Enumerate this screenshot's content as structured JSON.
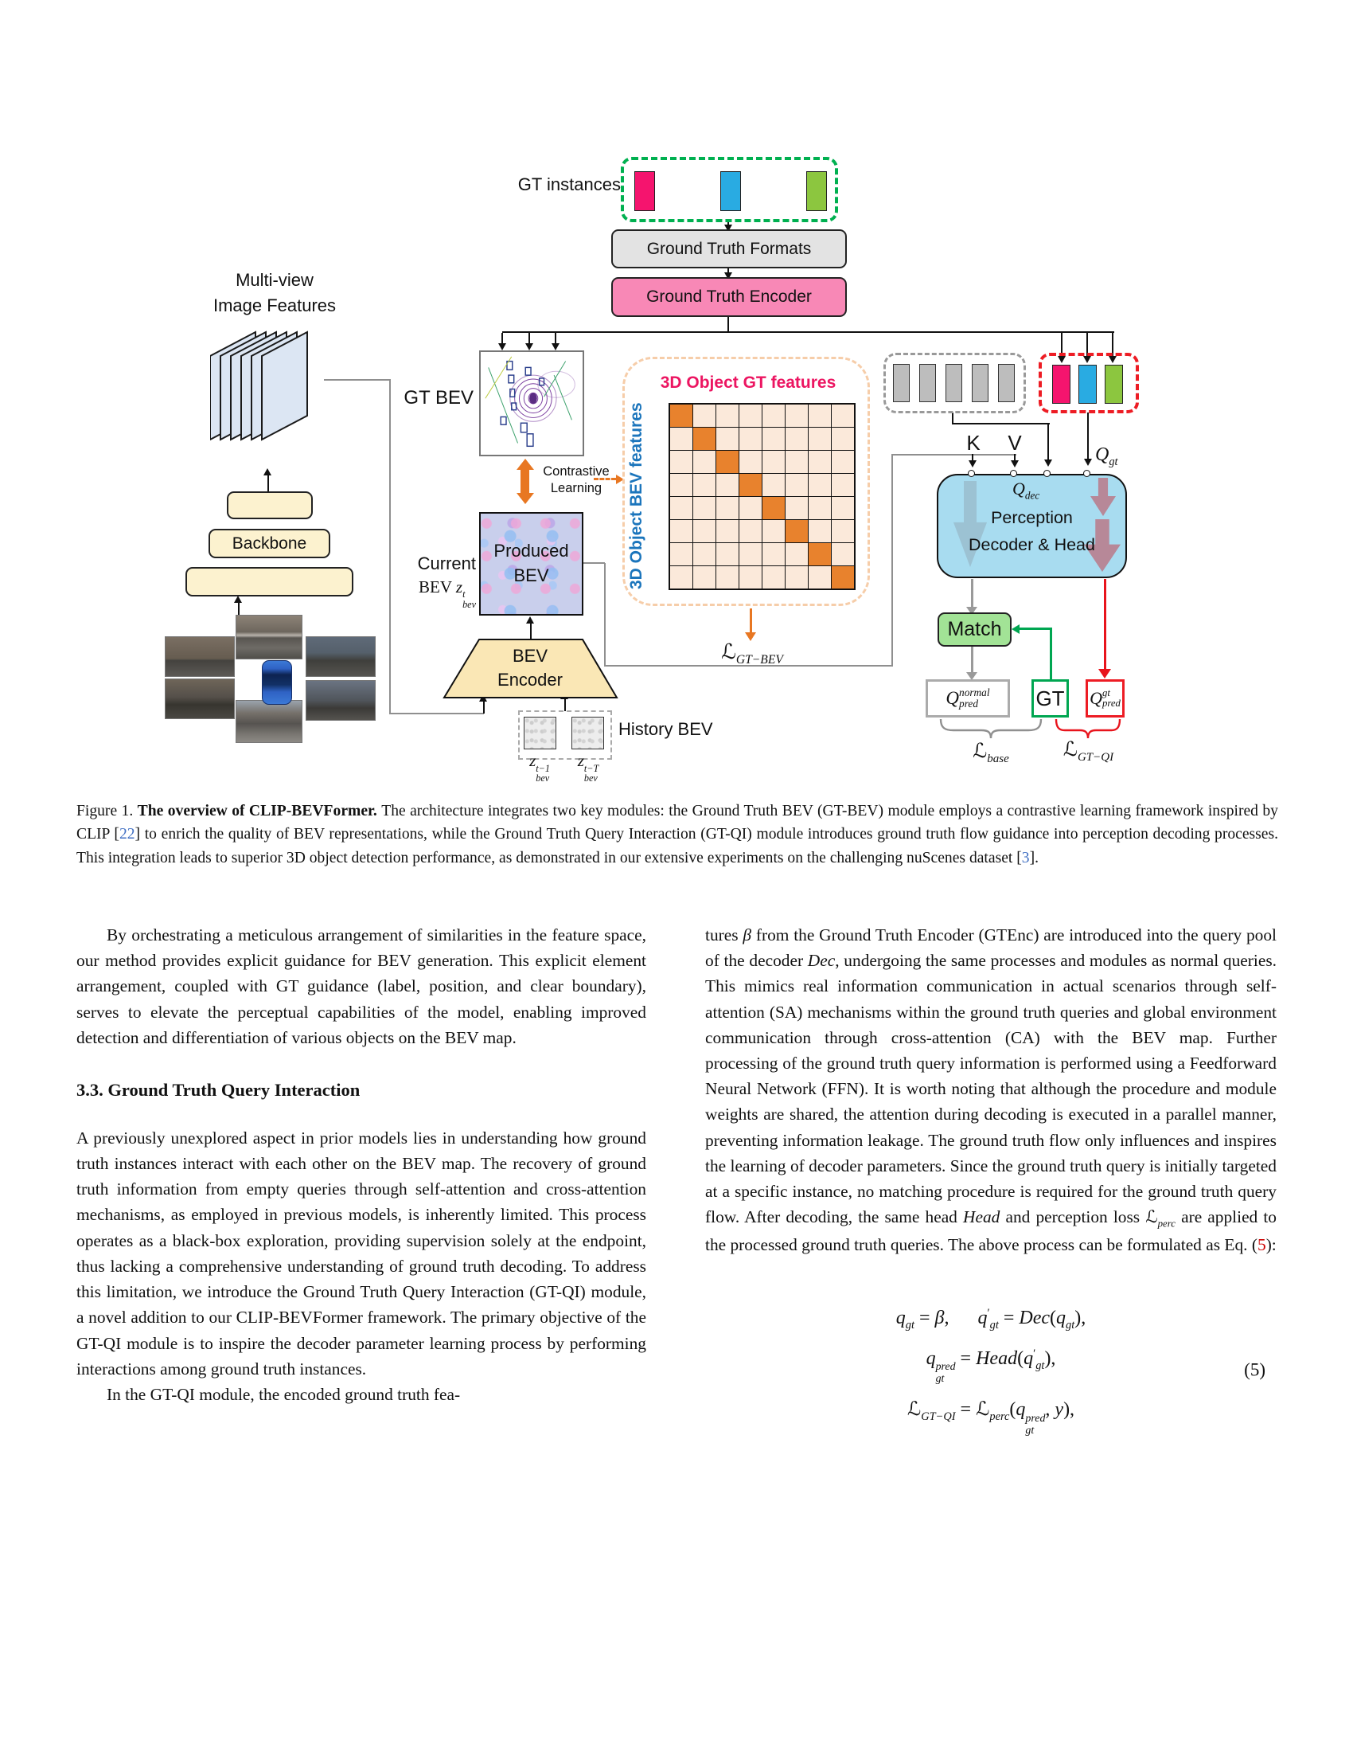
{
  "figure": {
    "gt_instances_label": "GT instances",
    "ground_truth_formats": "Ground Truth Formats",
    "ground_truth_encoder": "Ground Truth Encoder",
    "multiview_line1": "Multi-view",
    "multiview_line2": "Image Features",
    "backbone": "Backbone",
    "gt_bev_label": "GT BEV",
    "contrastive_line1": "Contrastive",
    "contrastive_line2": "Learning",
    "current_bev_line1": "Current",
    "current_bev_line2": [
      {
        "t": "BEV "
      },
      {
        "t": "z",
        "c": "i"
      },
      {
        "up": "t",
        "dn": "bev"
      }
    ],
    "produced_bev_line1": "Produced",
    "produced_bev_line2": "BEV",
    "bev_encoder_line1": "BEV",
    "bev_encoder_line2": "Encoder",
    "history_bev_label": "History BEV",
    "history_z1": [
      {
        "t": "z",
        "c": "i"
      },
      {
        "up": "t−1",
        "dn": "bev"
      }
    ],
    "history_z2": [
      {
        "t": "z",
        "c": "i"
      },
      {
        "up": "t−T",
        "dn": "bev"
      }
    ],
    "grid_title": "3D Object GT features",
    "grid_ylabel": "3D Object BEV features",
    "grid": {
      "rows": 8,
      "cols": 8,
      "diagonal": true
    },
    "loss_gtbev": [
      {
        "t": "ℒ",
        "c": "scr"
      },
      {
        "tag": "sub",
        "t": "GT−BEV",
        "c": "i"
      }
    ],
    "k_label": "K",
    "v_label": "V",
    "q_gt": [
      {
        "t": "Q",
        "c": "i"
      },
      {
        "tag": "sub",
        "t": "gt",
        "c": "i"
      }
    ],
    "q_dec": [
      {
        "t": "Q",
        "c": "i"
      },
      {
        "tag": "sub",
        "t": "dec",
        "c": "i"
      }
    ],
    "decoder_line1": "Perception",
    "decoder_line2": "Decoder & Head",
    "match_label": "Match",
    "gt_box_label": "GT",
    "q_pred_normal": [
      {
        "t": "Q",
        "c": "i"
      },
      {
        "up": "normal",
        "dn": "pred"
      }
    ],
    "q_pred_gt": [
      {
        "t": "Q",
        "c": "i"
      },
      {
        "up": "gt",
        "dn": "pred"
      }
    ],
    "loss_base": [
      {
        "t": "ℒ",
        "c": "scr"
      },
      {
        "tag": "sub",
        "t": "base",
        "c": "i"
      }
    ],
    "loss_gtqi": [
      {
        "t": "ℒ",
        "c": "scr"
      },
      {
        "tag": "sub",
        "t": "GT−QI",
        "c": "i"
      }
    ],
    "colors": {
      "gt_pink": "#F5146E",
      "query_blue": "#29ABE2",
      "query_green": "#8CC63F",
      "encoder_pink": "#F888B6",
      "decoder_blue": "#A8DCF0",
      "match_green": "#A2E396",
      "grid_orange": "#E8822D",
      "grid_bg": "#FBE9DA",
      "accent_orange": "#E87722",
      "green_dashed": "#00B050",
      "red_dashed": "#ED1C24",
      "gray_dashed": "#999999"
    }
  },
  "caption": {
    "segments": [
      {
        "t": "Figure 1. "
      },
      {
        "t": "The overview of CLIP-BEVFormer. ",
        "c": "b"
      },
      {
        "t": "The architecture integrates two key modules: the Ground Truth BEV (GT-BEV) module employs a contrastive learning framework inspired by CLIP ["
      },
      {
        "t": "22",
        "c": "cite",
        "n": "citation-22",
        "x": true
      },
      {
        "t": "] to enrich the quality of BEV representations, while the Ground Truth Query Interaction (GT-QI) module introduces ground truth flow guidance into perception decoding processes. This integration leads to superior 3D object detection performance, as demonstrated in our extensive experiments on the challenging nuScenes dataset ["
      },
      {
        "t": "3",
        "c": "cite",
        "n": "citation-3",
        "x": true
      },
      {
        "t": "]."
      }
    ]
  },
  "left_column": {
    "para1": "By orchestrating a meticulous arrangement of similarities in the feature space, our method provides explicit guidance for BEV generation. This explicit element arrangement, coupled with GT guidance (label, position, and clear boundary), serves to elevate the perceptual capabilities of the model, enabling improved detection and differentiation of various objects on the BEV map.",
    "heading": "3.3. Ground Truth Query Interaction",
    "para2": "A previously unexplored aspect in prior models lies in understanding how ground truth instances interact with each other on the BEV map. The recovery of ground truth information from empty queries through self-attention and cross-attention mechanisms, as employed in previous models, is inherently limited. This process operates as a black-box exploration, providing supervision solely at the endpoint, thus lacking a comprehensive understanding of ground truth decoding. To address this limitation, we introduce the Ground Truth Query Interaction (GT-QI) module, a novel addition to our CLIP-BEVFormer framework. The primary objective of the GT-QI module is to inspire the decoder parameter learning process by performing interactions among ground truth instances.",
    "para3": "In the GT-QI module, the encoded ground truth fea-"
  },
  "right_column": {
    "para_segments": [
      {
        "t": "tures "
      },
      {
        "t": "β",
        "c": "i"
      },
      {
        "t": " from the Ground Truth Encoder (GTEnc) are introduced into the query pool of the decoder "
      },
      {
        "t": "Dec",
        "c": "i"
      },
      {
        "t": ", undergoing the same processes and modules as normal queries. This mimics real information communication in actual scenarios through self-attention (SA) mechanisms within the ground truth queries and global environment communication through cross-attention (CA) with the BEV map. Further processing of the ground truth query information is performed using a Feedforward Neural Network (FFN). It is worth noting that although the procedure and module weights are shared, the attention during decoding is executed in a parallel manner, preventing information leakage. The ground truth flow only influences and inspires the learning of decoder parameters. Since the ground truth query is initially targeted at a specific instance, no matching procedure is required for the ground truth query flow. After decoding, the same head "
      },
      {
        "t": "Head",
        "c": "i"
      },
      {
        "t": " and perception loss "
      },
      {
        "t": "ℒ",
        "c": "scr"
      },
      {
        "tag": "sub",
        "t": "perc",
        "c": "i"
      },
      {
        "t": " are applied to the processed ground truth queries. The above process can be formulated as Eq. ("
      },
      {
        "t": "5",
        "c": "red",
        "n": "equation-ref",
        "x": true
      },
      {
        "t": "):"
      }
    ],
    "equation": {
      "line1": [
        {
          "t": "q",
          "c": "i"
        },
        {
          "tag": "sub",
          "t": "gt",
          "c": "i"
        },
        {
          "t": " = "
        },
        {
          "t": "β",
          "c": "i"
        },
        {
          "t": ","
        },
        {
          "t": "  "
        },
        {
          "t": "q",
          "c": "i"
        },
        {
          "tag": "sup",
          "t": "′"
        },
        {
          "tag": "sub",
          "t": "gt",
          "c": "i"
        },
        {
          "t": " = "
        },
        {
          "t": "Dec",
          "c": "i"
        },
        {
          "t": "("
        },
        {
          "t": "q",
          "c": "i"
        },
        {
          "tag": "sub",
          "t": "gt",
          "c": "i"
        },
        {
          "t": "),"
        }
      ],
      "line2": [
        {
          "t": "q",
          "c": "i"
        },
        {
          "up": "pred",
          "dn": "gt"
        },
        {
          "t": " = "
        },
        {
          "t": "Head",
          "c": "i"
        },
        {
          "t": "("
        },
        {
          "t": "q",
          "c": "i"
        },
        {
          "tag": "sup",
          "t": "′"
        },
        {
          "tag": "sub",
          "t": "gt",
          "c": "i"
        },
        {
          "t": "),"
        }
      ],
      "line3": [
        {
          "t": "ℒ",
          "c": "scr"
        },
        {
          "tag": "sub",
          "t": "GT−QI",
          "c": "i"
        },
        {
          "t": " = "
        },
        {
          "t": "ℒ",
          "c": "scr"
        },
        {
          "tag": "sub",
          "t": "perc",
          "c": "i"
        },
        {
          "t": "("
        },
        {
          "t": "q",
          "c": "i"
        },
        {
          "up": "pred",
          "dn": "gt"
        },
        {
          "t": ", "
        },
        {
          "t": "y",
          "c": "i"
        },
        {
          "t": "),"
        }
      ],
      "number": "(5)"
    }
  }
}
